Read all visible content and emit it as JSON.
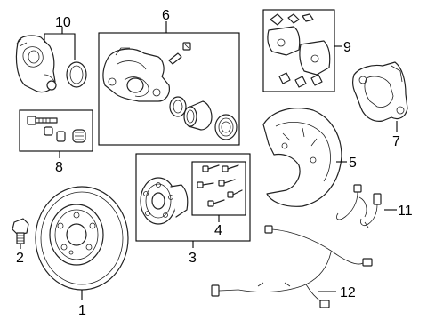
{
  "callouts": {
    "c1": "1",
    "c2": "2",
    "c3": "3",
    "c4": "4",
    "c5": "5",
    "c6": "6",
    "c7": "7",
    "c8": "8",
    "c9": "9",
    "c10": "10",
    "c11": "11",
    "c12": "12"
  },
  "parts": [
    {
      "callout": "1",
      "name": "brake-rotor"
    },
    {
      "callout": "2",
      "name": "wheel-stud"
    },
    {
      "callout": "3",
      "name": "hub-and-bearing-assembly"
    },
    {
      "callout": "4",
      "name": "hub-bolts"
    },
    {
      "callout": "5",
      "name": "splash-shield"
    },
    {
      "callout": "6",
      "name": "caliper-assembly"
    },
    {
      "callout": "7",
      "name": "caliper-support-bracket"
    },
    {
      "callout": "8",
      "name": "caliper-guide-pin-kit"
    },
    {
      "callout": "9",
      "name": "brake-pads"
    },
    {
      "callout": "10",
      "name": "caliper-housing-and-seal"
    },
    {
      "callout": "11",
      "name": "abs-sensor-wire"
    },
    {
      "callout": "12",
      "name": "brake-wear-sensor-harness"
    }
  ]
}
